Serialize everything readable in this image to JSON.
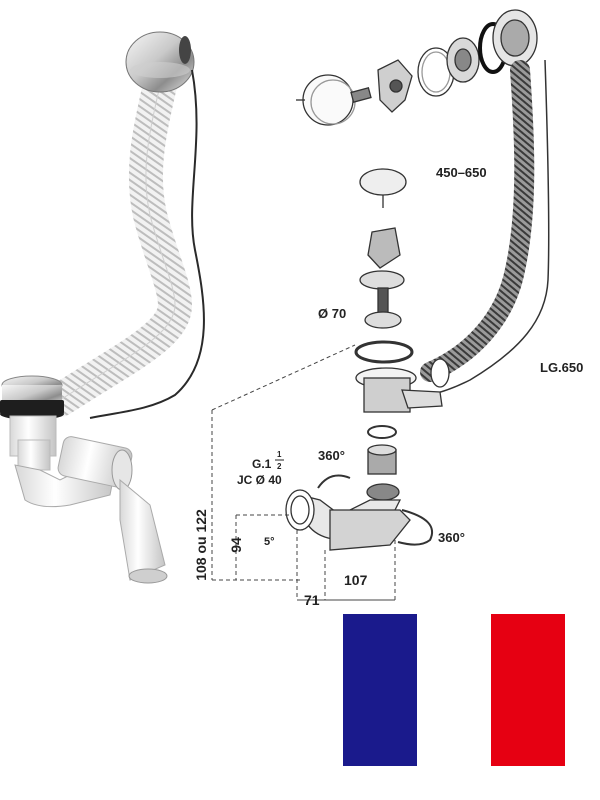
{
  "labels": {
    "length_range": "450–650",
    "diameter_70": "Ø 70",
    "cable_length": "LG.650",
    "rotation_top": "360°",
    "rotation_bottom": "360°",
    "thread_prefix": "G.1",
    "thread_num": "1",
    "thread_den": "2",
    "jc_diameter": "JC Ø 40",
    "tilt_angle": "5°",
    "height_range": "108 ou 122",
    "height_94": "94",
    "width_71": "71",
    "width_107": "107"
  },
  "flag": {
    "colors": [
      "#1a1a8c",
      "#ffffff",
      "#e60012"
    ]
  }
}
